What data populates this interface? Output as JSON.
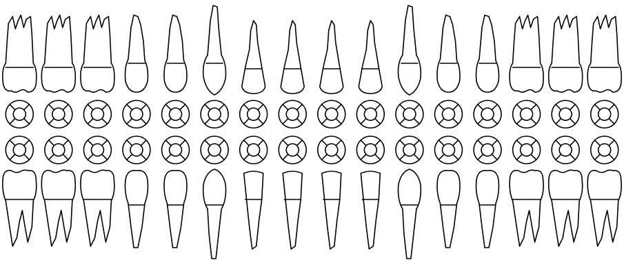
{
  "title": "",
  "colors": {
    "stroke": "#000000",
    "background": "#ffffff"
  },
  "upper_arch": {
    "teeth": [
      {
        "kind": "molar"
      },
      {
        "kind": "molar"
      },
      {
        "kind": "molar"
      },
      {
        "kind": "premolar"
      },
      {
        "kind": "premolar"
      },
      {
        "kind": "canine"
      },
      {
        "kind": "incisor"
      },
      {
        "kind": "incisor"
      },
      {
        "kind": "incisor"
      },
      {
        "kind": "incisor"
      },
      {
        "kind": "canine"
      },
      {
        "kind": "premolar"
      },
      {
        "kind": "premolar"
      },
      {
        "kind": "molar"
      },
      {
        "kind": "molar"
      },
      {
        "kind": "molar"
      }
    ]
  },
  "lower_arch": {
    "teeth": [
      {
        "kind": "molar"
      },
      {
        "kind": "molar"
      },
      {
        "kind": "molar"
      },
      {
        "kind": "premolar"
      },
      {
        "kind": "premolar"
      },
      {
        "kind": "canine"
      },
      {
        "kind": "incisor"
      },
      {
        "kind": "incisor"
      },
      {
        "kind": "incisor"
      },
      {
        "kind": "incisor"
      },
      {
        "kind": "canine"
      },
      {
        "kind": "premolar"
      },
      {
        "kind": "premolar"
      },
      {
        "kind": "molar"
      },
      {
        "kind": "molar"
      },
      {
        "kind": "molar"
      }
    ]
  },
  "surface_rows": {
    "upper": 16,
    "lower": 16,
    "surfaces_per_tooth": 5
  }
}
